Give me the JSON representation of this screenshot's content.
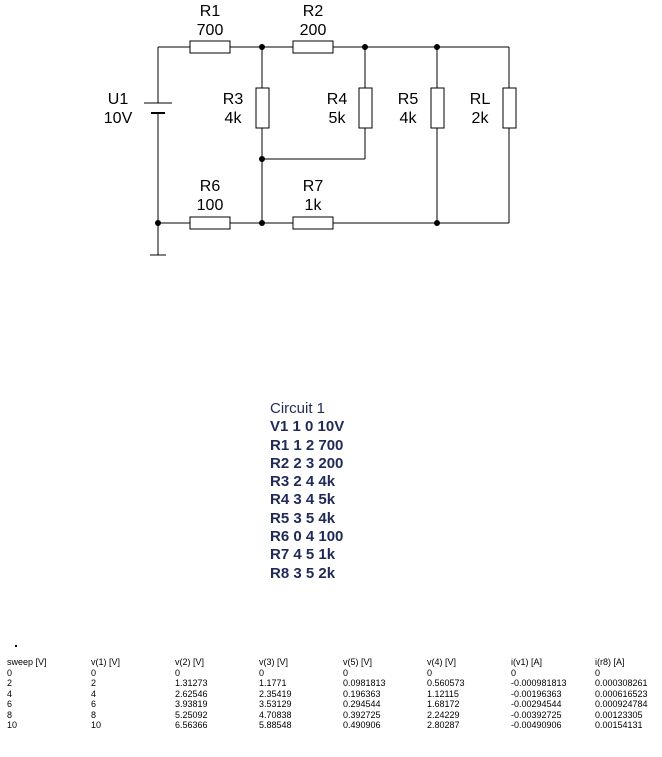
{
  "schematic": {
    "source": {
      "name": "U1",
      "value": "10V"
    },
    "resistors": [
      {
        "name": "R1",
        "value": "700"
      },
      {
        "name": "R2",
        "value": "200"
      },
      {
        "name": "R3",
        "value": "4k"
      },
      {
        "name": "R4",
        "value": "5k"
      },
      {
        "name": "R5",
        "value": "4k"
      },
      {
        "name": "RL",
        "value": "2k"
      },
      {
        "name": "R6",
        "value": "100"
      },
      {
        "name": "R7",
        "value": "1k"
      }
    ]
  },
  "netlist": {
    "title": "Circuit 1",
    "lines": [
      "V1 1 0 10V",
      "R1 1 2 700",
      "R2 2 3 200",
      "R3 2 4 4k",
      "R4 3 4 5k",
      "R5 3 5 4k",
      "R6 0 4 100",
      "R7 4 5 1k",
      "R8 3 5 2k"
    ]
  },
  "results": {
    "headers": [
      "sweep [V]",
      "v(1) [V]",
      "v(2) [V]",
      "v(3) [V]",
      "v(5) [V]",
      "v(4) [V]",
      "i(v1) [A]",
      "i(r8) [A]"
    ],
    "rows": [
      [
        "0",
        "0",
        "0",
        "0",
        "0",
        "0",
        "0",
        "0"
      ],
      [
        "2",
        "2",
        "1.31273",
        "1.1771",
        "0.0981813",
        "0.560573",
        "-0.000981813",
        "0.000308261"
      ],
      [
        "4",
        "4",
        "2.62546",
        "2.35419",
        "0.196363",
        "1.12115",
        "-0.00196363",
        "0.000616523"
      ],
      [
        "6",
        "6",
        "3.93819",
        "3.53129",
        "0.294544",
        "1.68172",
        "-0.00294544",
        "0.000924784"
      ],
      [
        "8",
        "8",
        "5.25092",
        "4.70838",
        "0.392725",
        "2.24229",
        "-0.00392725",
        "0.00123305"
      ],
      [
        "10",
        "10",
        "6.56366",
        "5.88548",
        "0.490906",
        "2.80287",
        "-0.00490906",
        "0.00154131"
      ]
    ]
  }
}
